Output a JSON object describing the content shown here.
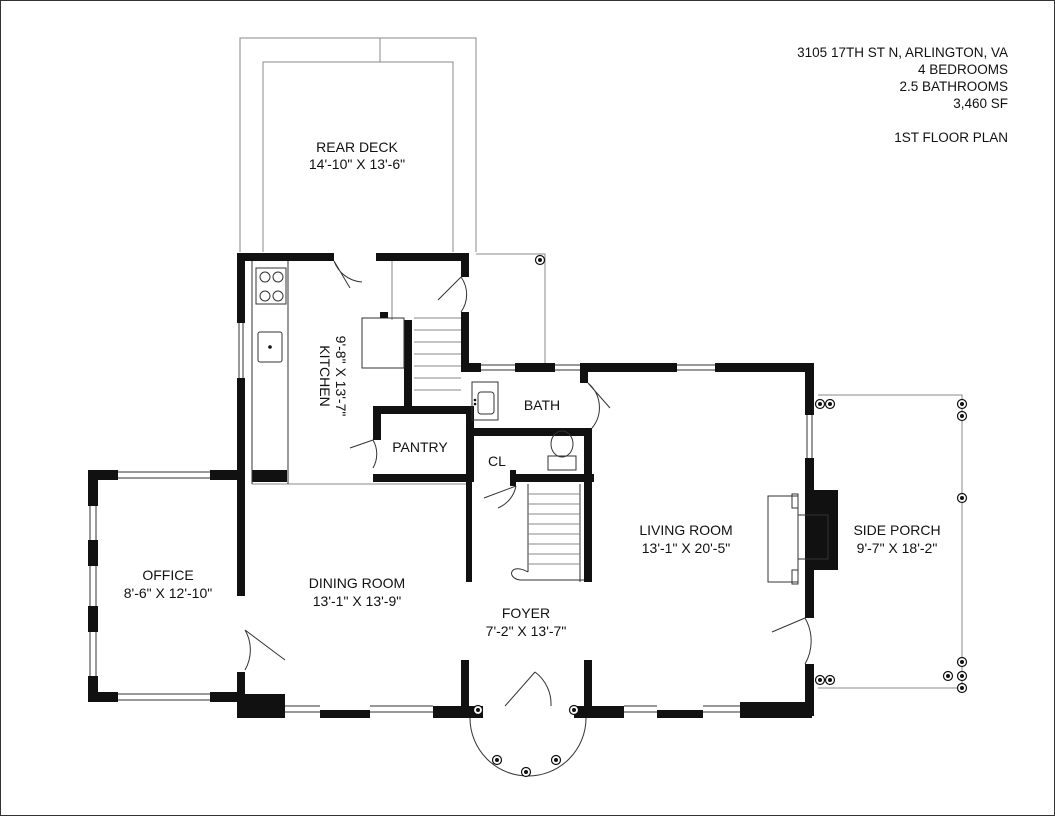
{
  "header": {
    "address": "3105 17TH ST N, ARLINGTON, VA",
    "bedrooms": "4 BEDROOMS",
    "bathrooms": "2.5 BATHROOMS",
    "area": "3,460 SF",
    "plan_title": "1ST FLOOR PLAN"
  },
  "rooms": {
    "rear_deck": {
      "name": "REAR DECK",
      "size": "14'-10\" X 13'-6\""
    },
    "kitchen": {
      "name": "KITCHEN",
      "size": "9'-8\" X 13'-7\""
    },
    "pantry": {
      "name": "PANTRY"
    },
    "bath": {
      "name": "BATH"
    },
    "closet": {
      "name": "CL"
    },
    "office": {
      "name": "OFFICE",
      "size": "8'-6\" X 12'-10\""
    },
    "dining_room": {
      "name": "DINING ROOM",
      "size": "13'-1\" X 13'-9\""
    },
    "foyer": {
      "name": "FOYER",
      "size": "7'-2\" X 13'-7\""
    },
    "living_room": {
      "name": "LIVING ROOM",
      "size": "13'-1\" X 20'-5\""
    },
    "side_porch": {
      "name": "SIDE PORCH",
      "size": "9'-7\" X 18'-2\""
    }
  }
}
